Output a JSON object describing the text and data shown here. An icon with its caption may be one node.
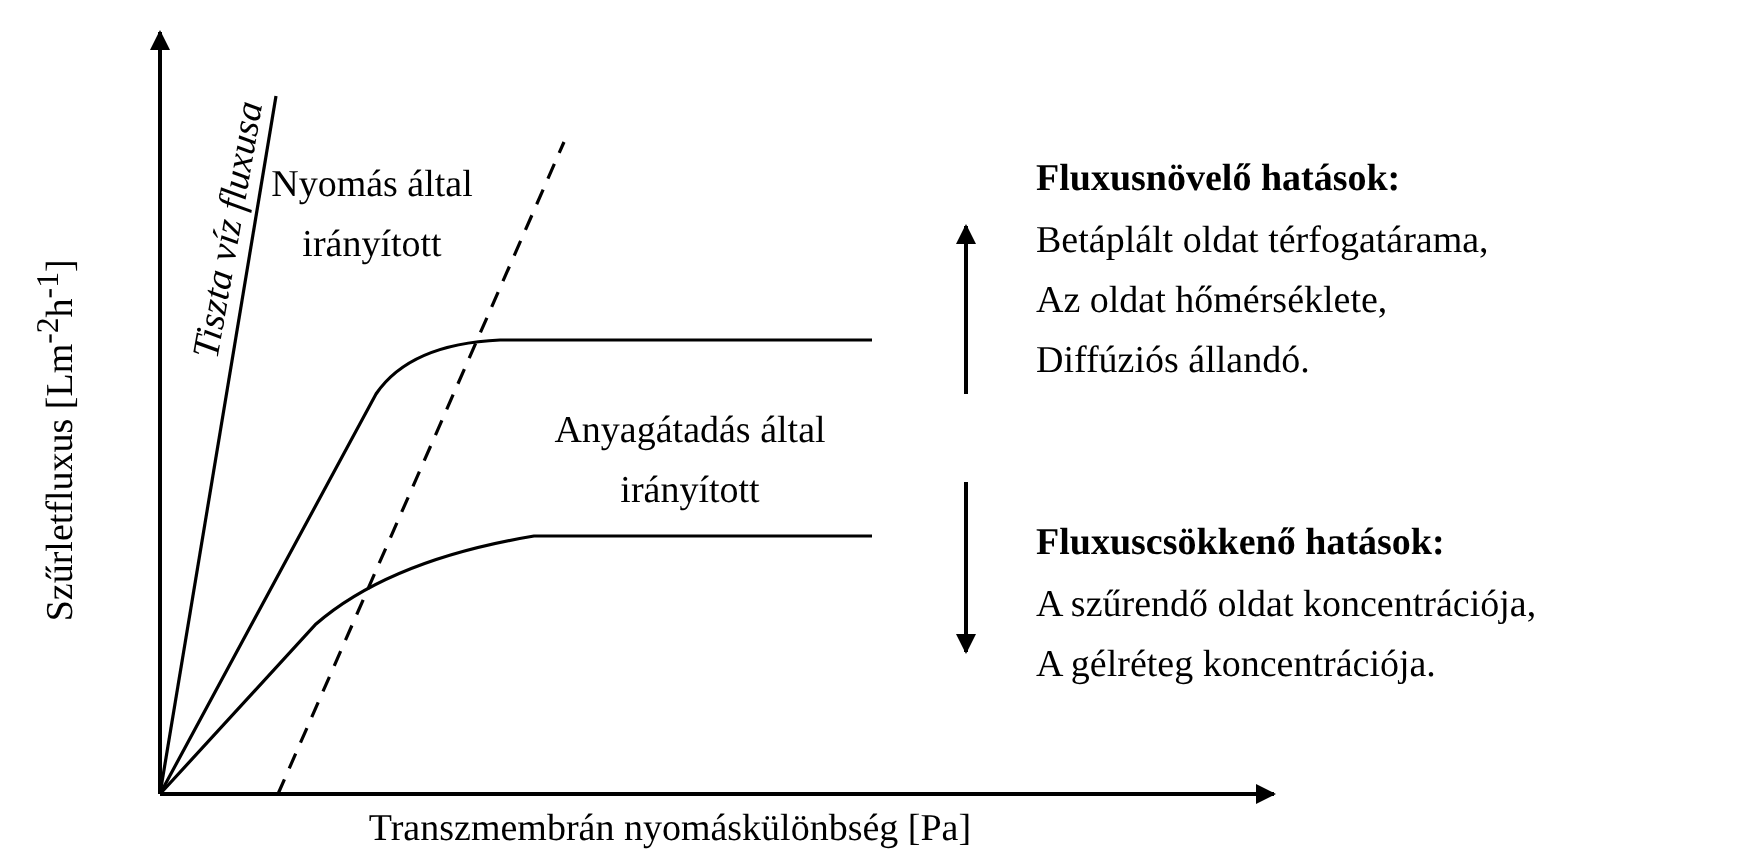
{
  "diagram": {
    "labels": [
      "Tiszta víz fluxusa",
      "Nyomás által irányított",
      "Fluxusnövelő hatások:",
      "Betáplált oldat térfogatárama,",
      "Az oldat hőmérséklete,",
      "Diffúziós állandó.",
      "Anyagátadás által irányított",
      "Fluxuscsökkenő hatások:",
      "A szűrendő oldat koncentrációja,",
      "A gélréteg koncentrációja.",
      "Szűrletfluxus [Lm$^{-2}$h$^{-1}$]",
      "Transzmembrán nyomáskülönbség [Pa]"
    ]
  }
}
